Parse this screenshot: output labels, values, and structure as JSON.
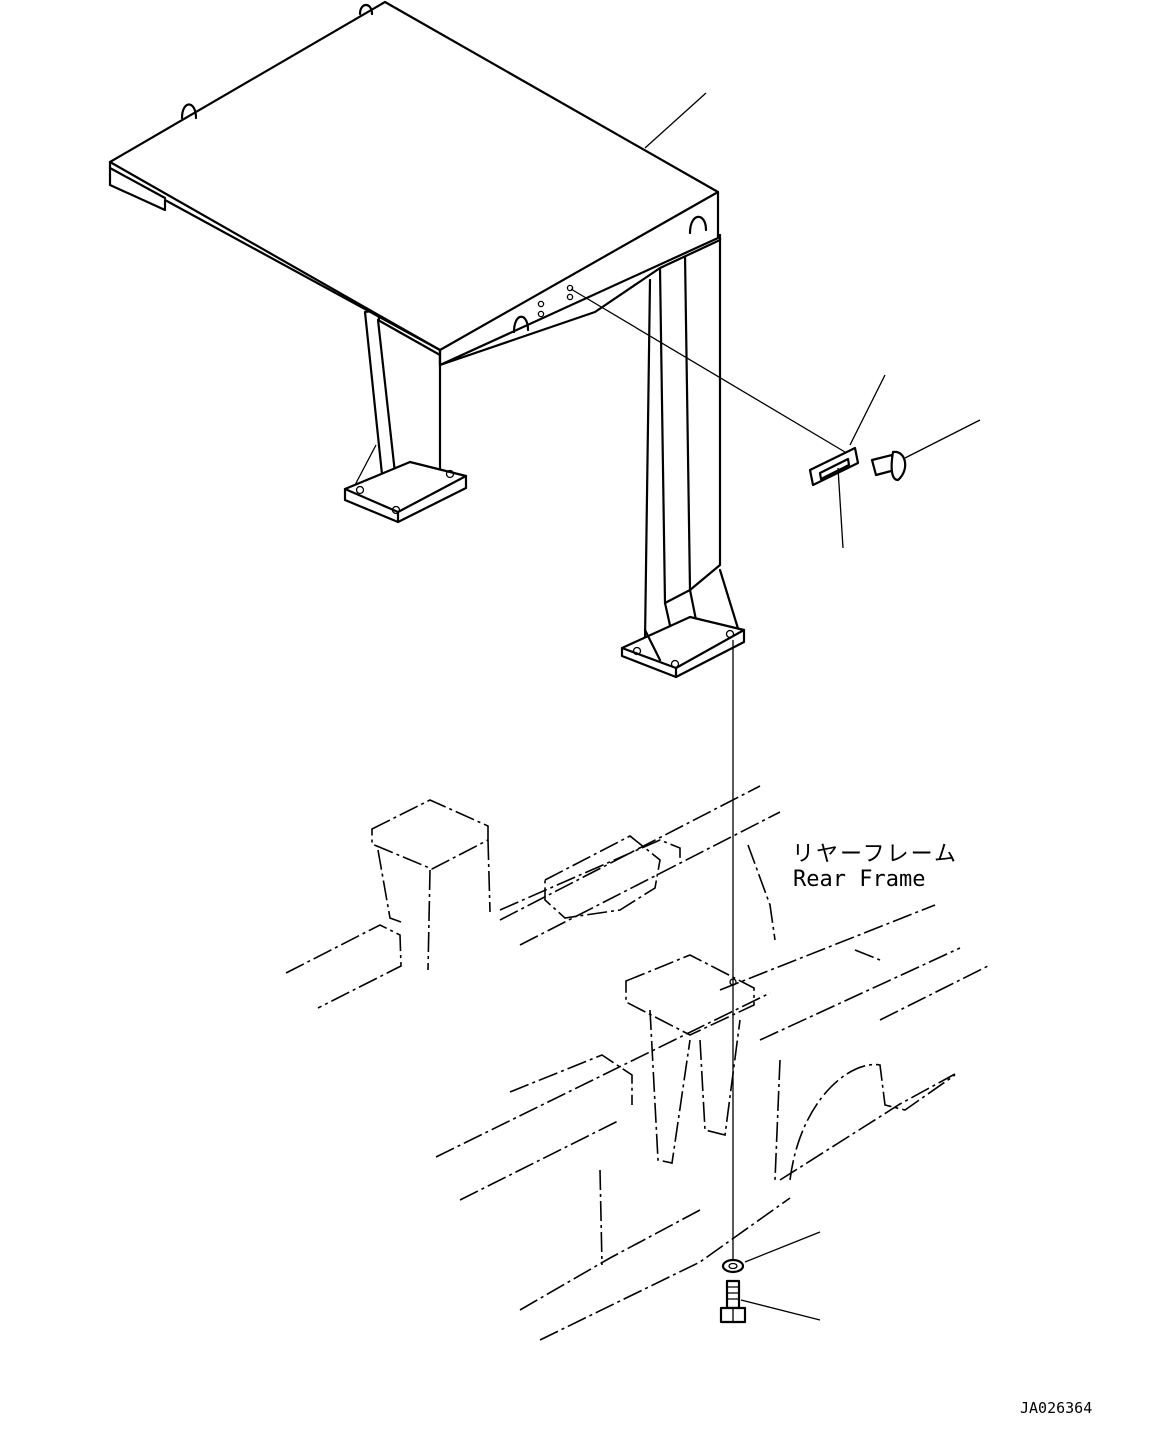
{
  "labels": {
    "rear_frame_jp": "リヤーフレーム",
    "rear_frame_en": "Rear Frame",
    "drawing_number": "JA026364"
  }
}
